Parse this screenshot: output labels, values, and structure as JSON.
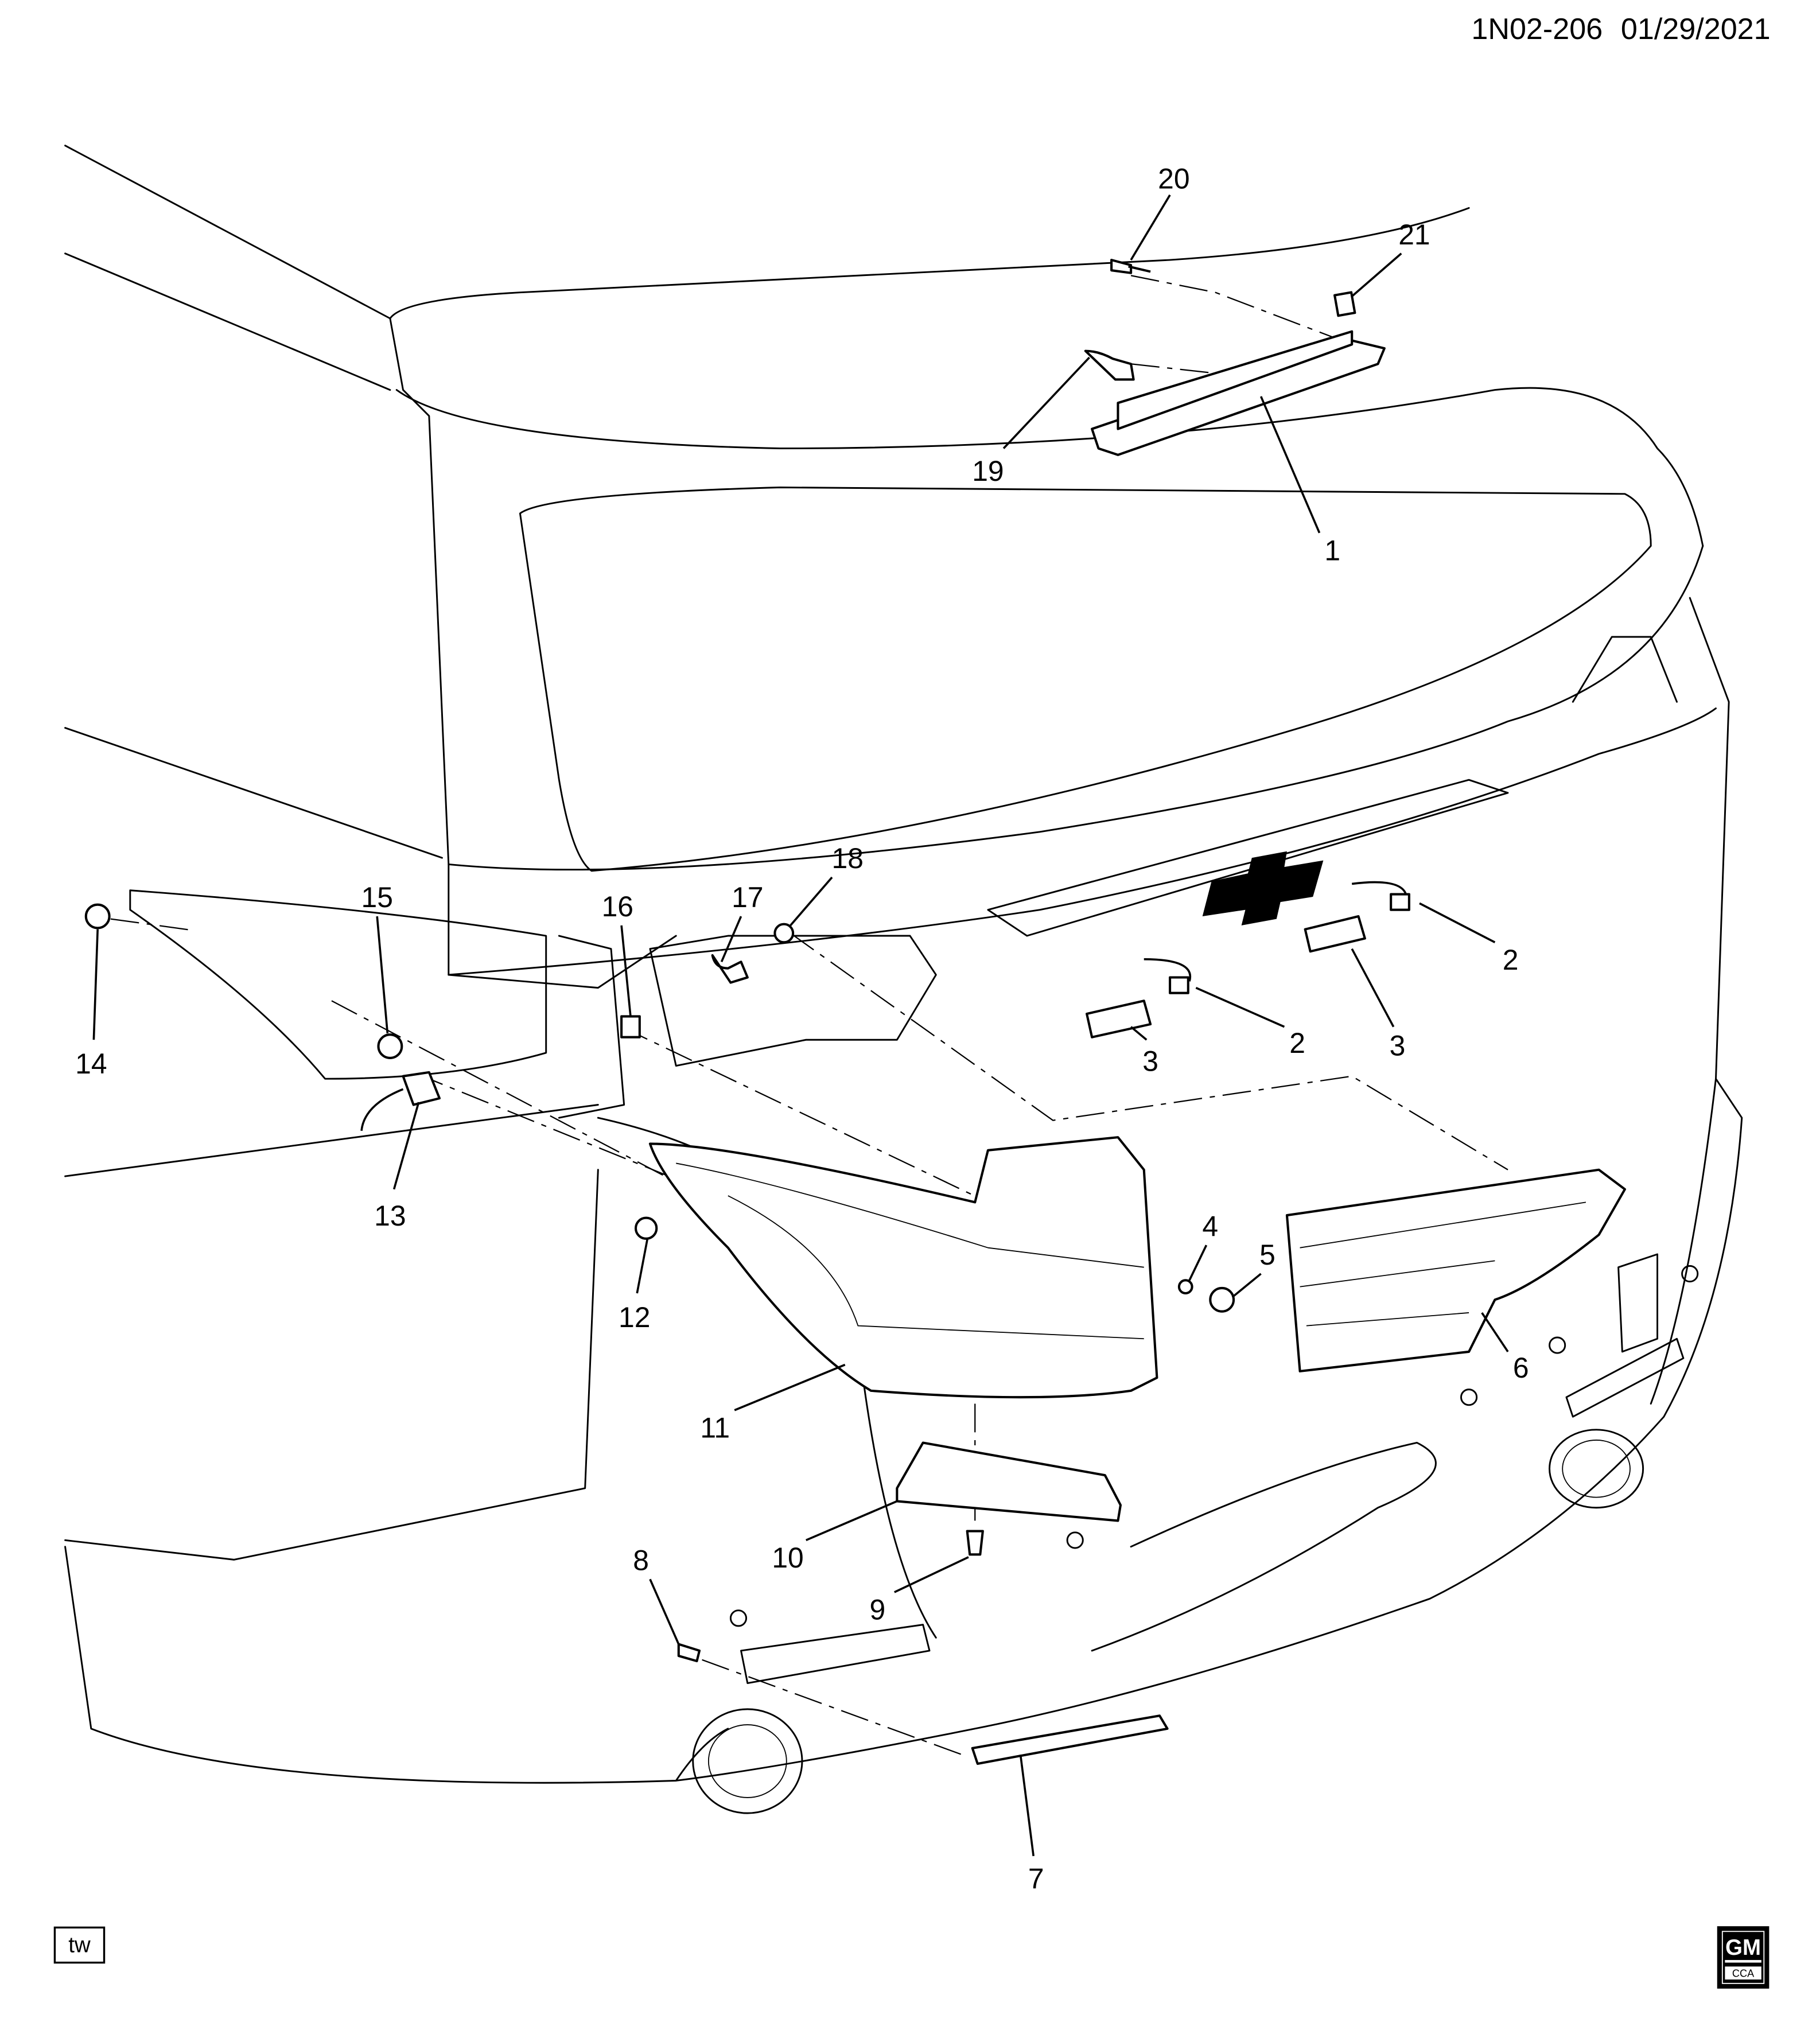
{
  "header": {
    "diagram_id": "1N02-206",
    "date": "01/29/2021"
  },
  "callouts": [
    "20",
    "21",
    "19",
    "1",
    "18",
    "17",
    "16",
    "15",
    "14",
    "13",
    "2",
    "3",
    "2",
    "3",
    "4",
    "5",
    "6",
    "12",
    "11",
    "10",
    "9",
    "8",
    "7"
  ],
  "footer": {
    "view_tag": "tw",
    "logo_text": "GM",
    "logo_sub": "CCA"
  }
}
